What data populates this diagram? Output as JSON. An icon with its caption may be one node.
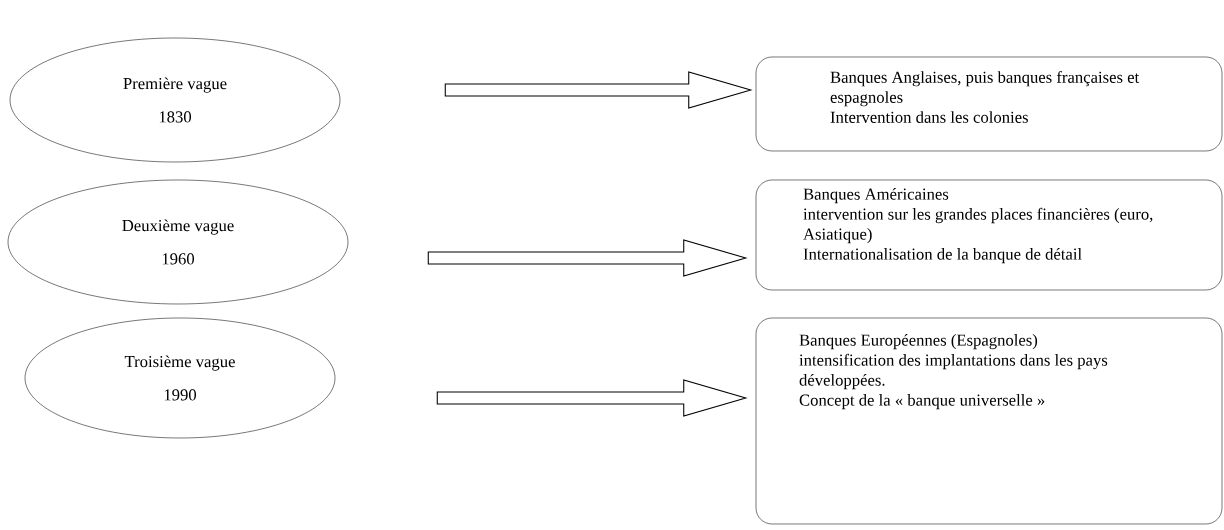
{
  "diagram": {
    "nodes": [
      {
        "text": [
          "Première vague",
          "1830"
        ]
      },
      {
        "text": [
          "Deuxième vague",
          "1960"
        ]
      },
      {
        "text": [
          "Troisième vague",
          "1990"
        ]
      },
      {
        "text": [
          "Banques Anglaises, puis banques françaises et espagnoles",
          "Intervention dans les colonies"
        ]
      },
      {
        "text": [
          "Banques Américaines",
          "intervention sur les grandes places financières (euro, Asiatique)",
          "Internationalisation de la banque de détail"
        ]
      },
      {
        "text": [
          "Banques Européennes (Espagnoles)",
          "intensification des implantations dans les pays développées.",
          "Concept de la « banque universelle »"
        ]
      }
    ],
    "edges": [
      {
        "from": 0,
        "to": 3,
        "arrow": "to"
      },
      {
        "from": 1,
        "to": 4,
        "arrow": "to"
      },
      {
        "from": 2,
        "to": 5,
        "arrow": "to"
      }
    ]
  }
}
